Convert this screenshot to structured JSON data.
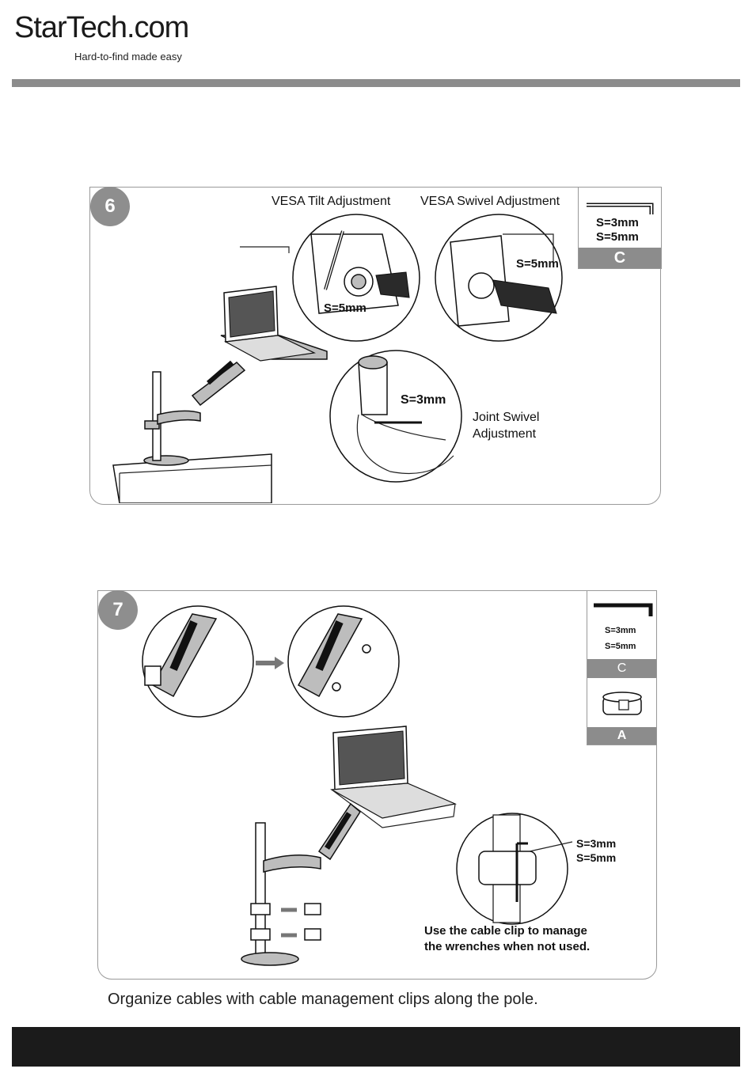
{
  "header": {
    "logo_text": "StarTech.com",
    "tagline": "Hard-to-find made easy"
  },
  "step6": {
    "number": "6",
    "vesa_tilt_label": "VESA Tilt Adjustment",
    "vesa_swivel_label": "VESA Swivel Adjustment",
    "tilt_size": "S=5mm",
    "swivel_size": "S=5mm",
    "joint_size": "S=3mm",
    "joint_label_line1": "Joint Swivel",
    "joint_label_line2": "Adjustment",
    "tool_sizes": [
      "S=3mm",
      "S=5mm"
    ],
    "tool_letter": "C"
  },
  "step7": {
    "number": "7",
    "tool_sizes": [
      "S=3mm",
      "S=5mm"
    ],
    "tool_letter_c": "C",
    "tool_letter_a": "A",
    "clip_sizes": [
      "S=3mm",
      "S=5mm"
    ],
    "clip_note_line1": "Use the cable clip to manage",
    "clip_note_line2": "the wrenches when not used.",
    "caption": "Organize cables with cable management clips along the pole."
  },
  "colors": {
    "band_gray": "#8c8c8c",
    "footer": "#1b1b1b"
  }
}
